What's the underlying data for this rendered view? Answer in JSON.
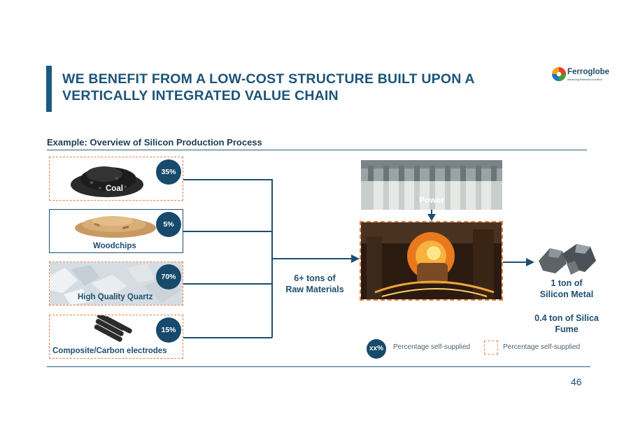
{
  "header": {
    "title_line1": "WE BENEFIT FROM A LOW-COST STRUCTURE BUILT UPON A",
    "title_line2": "VERTICALLY INTEGRATED VALUE CHAIN",
    "logo_name": "Ferroglobe",
    "logo_tagline": "Advancing Materials Innovation",
    "logo_icon": "ferroglobe-globe-icon"
  },
  "section": {
    "subtitle": "Example:  Overview of Silicon Production Process"
  },
  "inputs": [
    {
      "label": "Coal",
      "percent": "35%",
      "icon": "coal-image"
    },
    {
      "label": "Woodchips",
      "percent": "5%",
      "icon": "woodchips-image"
    },
    {
      "label": "High Quality Quartz",
      "percent": "70%",
      "icon": "quartz-image"
    },
    {
      "label": "Composite/Carbon electrodes",
      "percent": "15%",
      "icon": "electrodes-image"
    }
  ],
  "process": {
    "raw_materials_line1": "6+ tons of",
    "raw_materials_line2": "Raw Materials",
    "power_label": "Power"
  },
  "outputs": {
    "metal_line1": "1 ton of",
    "metal_line2": "Silicon Metal",
    "fume_line1": "0.4 ton of Silica",
    "fume_line2": "Fume"
  },
  "legend": {
    "badge_text": "xx%",
    "badge_desc": "Percentage self-supplied",
    "dashed_desc": "Percentage self-supplied"
  },
  "colors": {
    "primary": "#1b5a80",
    "badge": "#174a6b",
    "dashed_border": "#e5824a"
  },
  "footer": {
    "page_number": "46"
  }
}
